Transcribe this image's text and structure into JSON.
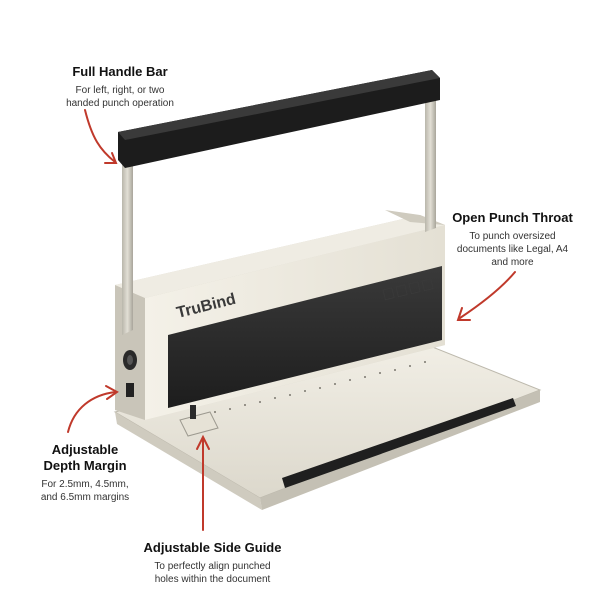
{
  "brand": "TruBind",
  "colors": {
    "arrow": "#c0392b",
    "machine_body": "#e9e6dc",
    "machine_dark": "#2a2a2a"
  },
  "callouts": {
    "handle": {
      "title": "Full Handle Bar",
      "lines": [
        "For left, right, or two",
        "handed punch operation"
      ]
    },
    "throat": {
      "title": "Open Punch Throat",
      "lines": [
        "To punch oversized",
        "documents like Legal, A4",
        "and more"
      ]
    },
    "depth": {
      "title_lines": [
        "Adjustable",
        "Depth Margin"
      ],
      "lines": [
        "For 2.5mm, 4.5mm,",
        "and 6.5mm margins"
      ]
    },
    "guide": {
      "title": "Adjustable Side Guide",
      "lines": [
        "To perfectly align punched",
        "holes within the document"
      ]
    }
  }
}
